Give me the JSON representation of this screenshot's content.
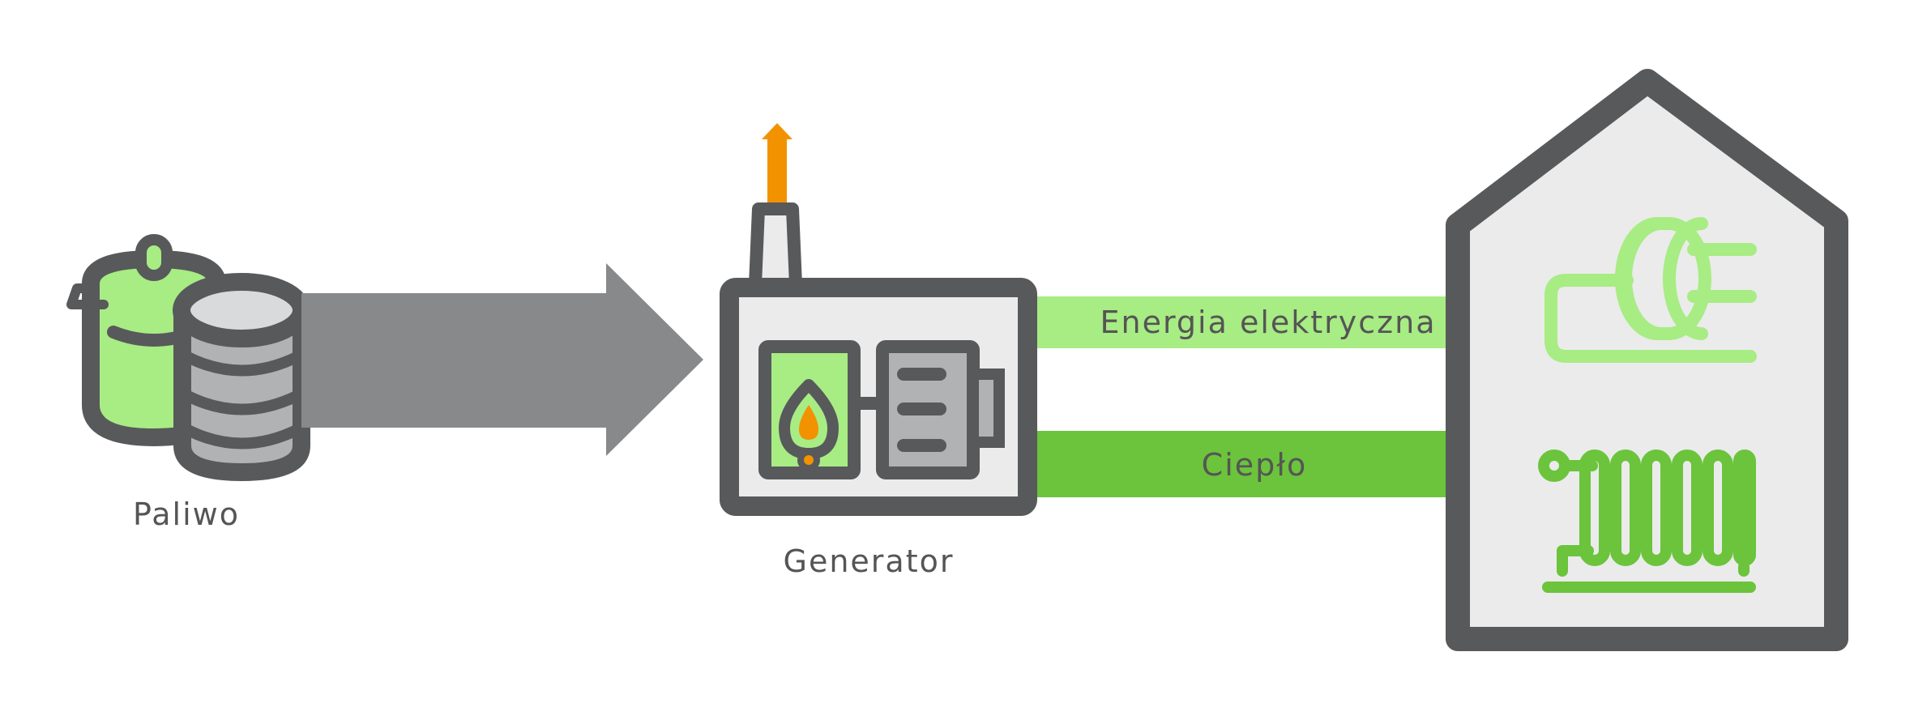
{
  "labels": {
    "fuel": "Paliwo",
    "generator": "Generator",
    "electricity": "Energia elektryczna",
    "heat": "Ciepło"
  },
  "colors": {
    "outline": "#58595b",
    "light_gray": "#ebebeb",
    "mid_gray": "#b1b2b4",
    "arrow_gray": "#88898b",
    "light_green": "#a8ec84",
    "green": "#6bc43c",
    "orange": "#f39200"
  },
  "icons": [
    "gas-cylinder-icon",
    "oil-barrel-icon",
    "generator-icon",
    "flame-icon",
    "house-icon",
    "power-plug-icon",
    "radiator-icon"
  ]
}
